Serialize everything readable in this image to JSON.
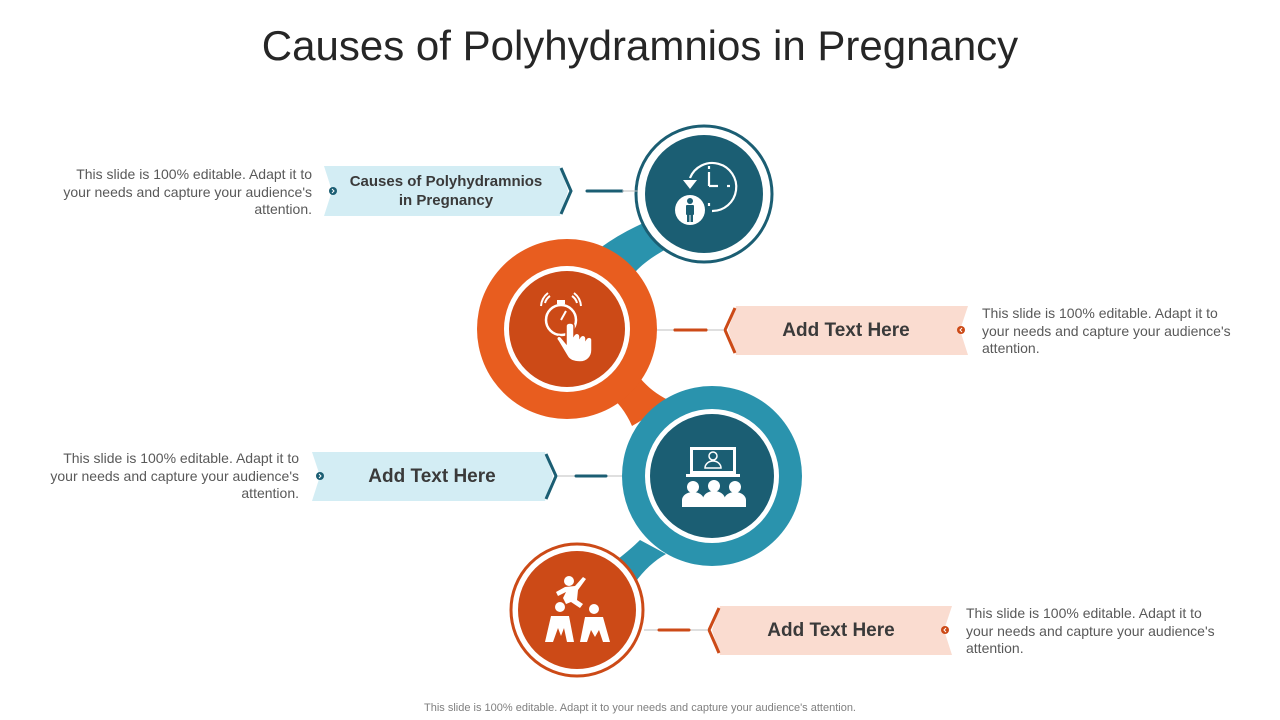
{
  "title": "Causes of Polyhydramnios in Pregnancy",
  "footer": "This slide is 100% editable. Adapt it to your needs and capture your audience's attention.",
  "colors": {
    "dark_teal": "#1b5e73",
    "teal": "#2a93ad",
    "orange": "#e85d1f",
    "dark_orange": "#cc4a17",
    "light_blue_label": "#d3edf4",
    "light_peach_label": "#fadcd0"
  },
  "items": [
    {
      "label_line1": "Causes of Polyhydramnios",
      "label_line2": "in Pregnancy",
      "description": "This slide is 100% editable.  Adapt it to your needs and capture your audience's attention.",
      "icon": "clock-person-icon",
      "side": "left"
    },
    {
      "label": "Add Text Here",
      "description": "This slide is 100% editable.  Adapt it to your needs and capture your audience's attention.",
      "icon": "stopwatch-hand-icon",
      "side": "right"
    },
    {
      "label": "Add Text Here",
      "description": "This slide is 100% editable.  Adapt it to your needs and capture your audience's attention.",
      "icon": "presentation-audience-icon",
      "side": "left"
    },
    {
      "label": "Add Text Here",
      "description": "This slide is 100% editable.  Adapt it to your needs and capture your audience's attention.",
      "icon": "teamwork-climb-icon",
      "side": "right"
    }
  ]
}
